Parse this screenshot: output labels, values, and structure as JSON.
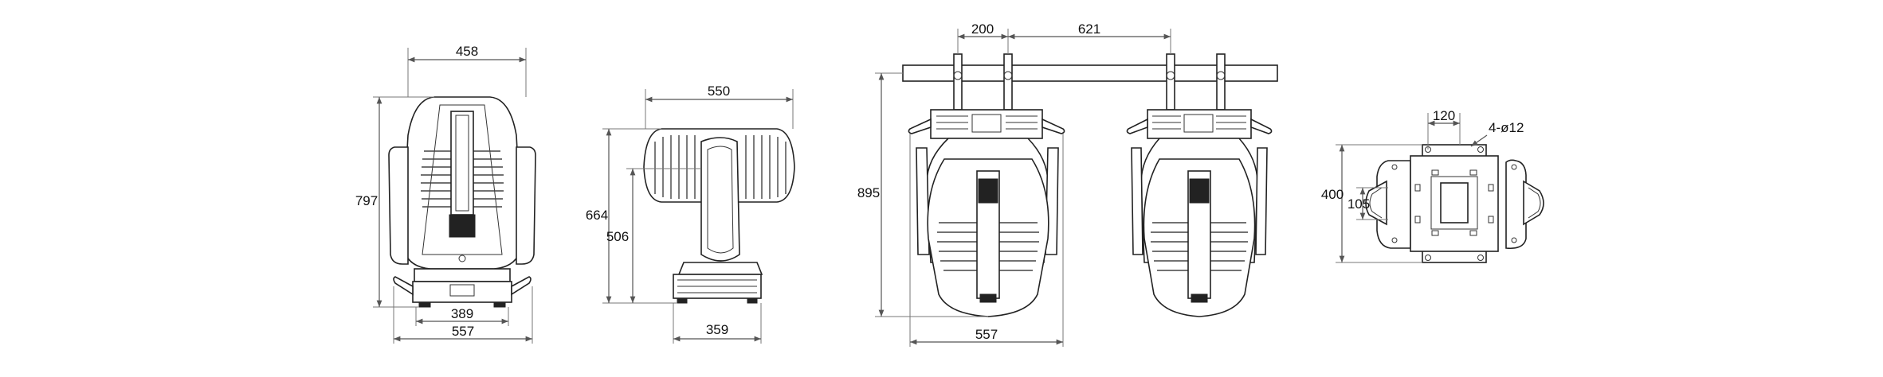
{
  "colors": {
    "line": "#222222",
    "dimension": "#555555",
    "background": "#ffffff"
  },
  "views": {
    "front": {
      "width_top": "458",
      "height": "797",
      "base_inner": "389",
      "base_outer": "557"
    },
    "side": {
      "width": "550",
      "height_total": "664",
      "height_arm": "506",
      "base": "359"
    },
    "hanging": {
      "clamp_spacing": "200",
      "clamp_span": "621",
      "height": "895",
      "width": "557"
    },
    "base_plate": {
      "hole_spacing": "120",
      "holes": "4-ø12",
      "plate_length": "400",
      "inner_length": "105"
    }
  }
}
